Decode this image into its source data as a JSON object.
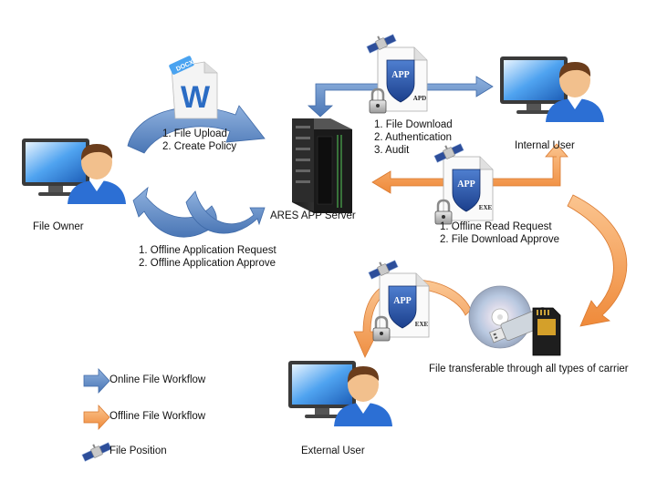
{
  "nodes": {
    "file_owner": "File Owner",
    "server": "ARES APP Server",
    "internal_user": "Internal User",
    "external_user": "External User",
    "carrier": "File transferable through all types of carrier"
  },
  "steps": {
    "upload": [
      "1. File Upload",
      "2. Create Policy"
    ],
    "offline_app": [
      "1. Offline Application Request",
      "2. Offline Application Approve"
    ],
    "download": [
      "1. File Download",
      "2. Authentication",
      "3. Audit"
    ],
    "offline_read": [
      "1. Offline Read Request",
      "2. File Download Approve"
    ]
  },
  "file_badges": {
    "docx": "DOCX",
    "apd": "APD",
    "exe_1": "EXE",
    "exe_2": "EXE",
    "app_logo": "APP"
  },
  "legend": {
    "online": "Online File Workflow",
    "offline": "Offline File Workflow",
    "position": "File Position"
  },
  "colors": {
    "online": "#5b87c4",
    "offline": "#f39a4e"
  }
}
